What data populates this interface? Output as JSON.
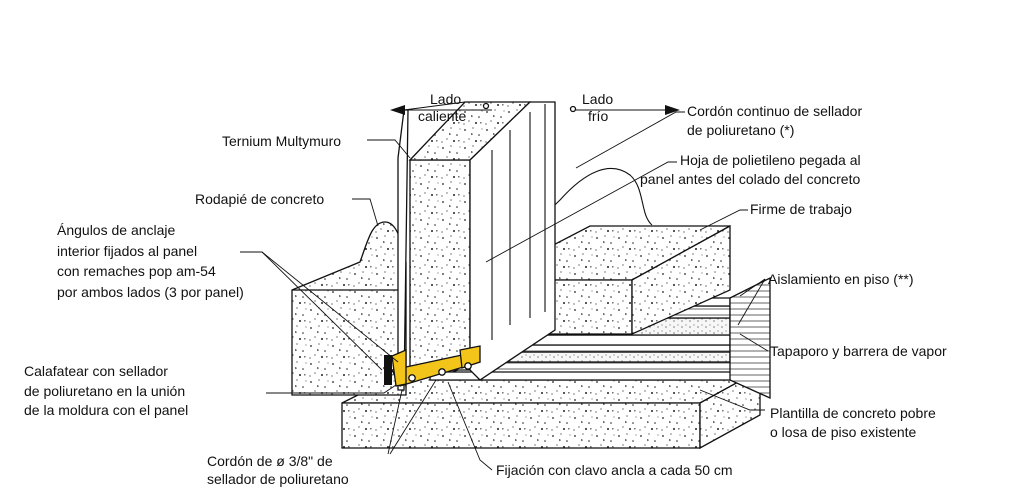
{
  "diagram": {
    "sides": {
      "warm": [
        "Lado",
        "caliente"
      ],
      "cold": [
        "Lado",
        "frío"
      ]
    },
    "labels": {
      "panel": "Ternium Multymuro",
      "curb": "Rodapié de concreto",
      "anchors": [
        "Ángulos de anclaje",
        "interior fijados al panel",
        "con remaches pop am-54",
        "por ambos lados (3 por panel)"
      ],
      "caulk": [
        "Calafatear con sellador",
        "de poliuretano en la unión",
        "de la moldura con el panel"
      ],
      "bead": [
        "Cordón de ø 3/8\" de",
        "sellador de poliuretano"
      ],
      "fastening": "Fijación con clavo ancla a cada 50 cm",
      "sealant_bead": [
        "Cordón continuo de sellador",
        "de poliuretano (*)"
      ],
      "poly_sheet": [
        "Hoja de polietileno pegada al",
        "panel antes del colado del concreto"
      ],
      "work_slab": "Firme de trabajo",
      "floor_insulation": "Aislamiento en piso (**)",
      "vapor_barrier": "Tapaporo y barrera de vapor",
      "base_slab": [
        "Plantilla de concreto pobre",
        "o losa de piso existente"
      ]
    },
    "colors": {
      "ink": "#111111",
      "concrete": "#ffffff",
      "anchor_angle": "#f3c51a",
      "insulation": "#f7f7f7"
    }
  }
}
